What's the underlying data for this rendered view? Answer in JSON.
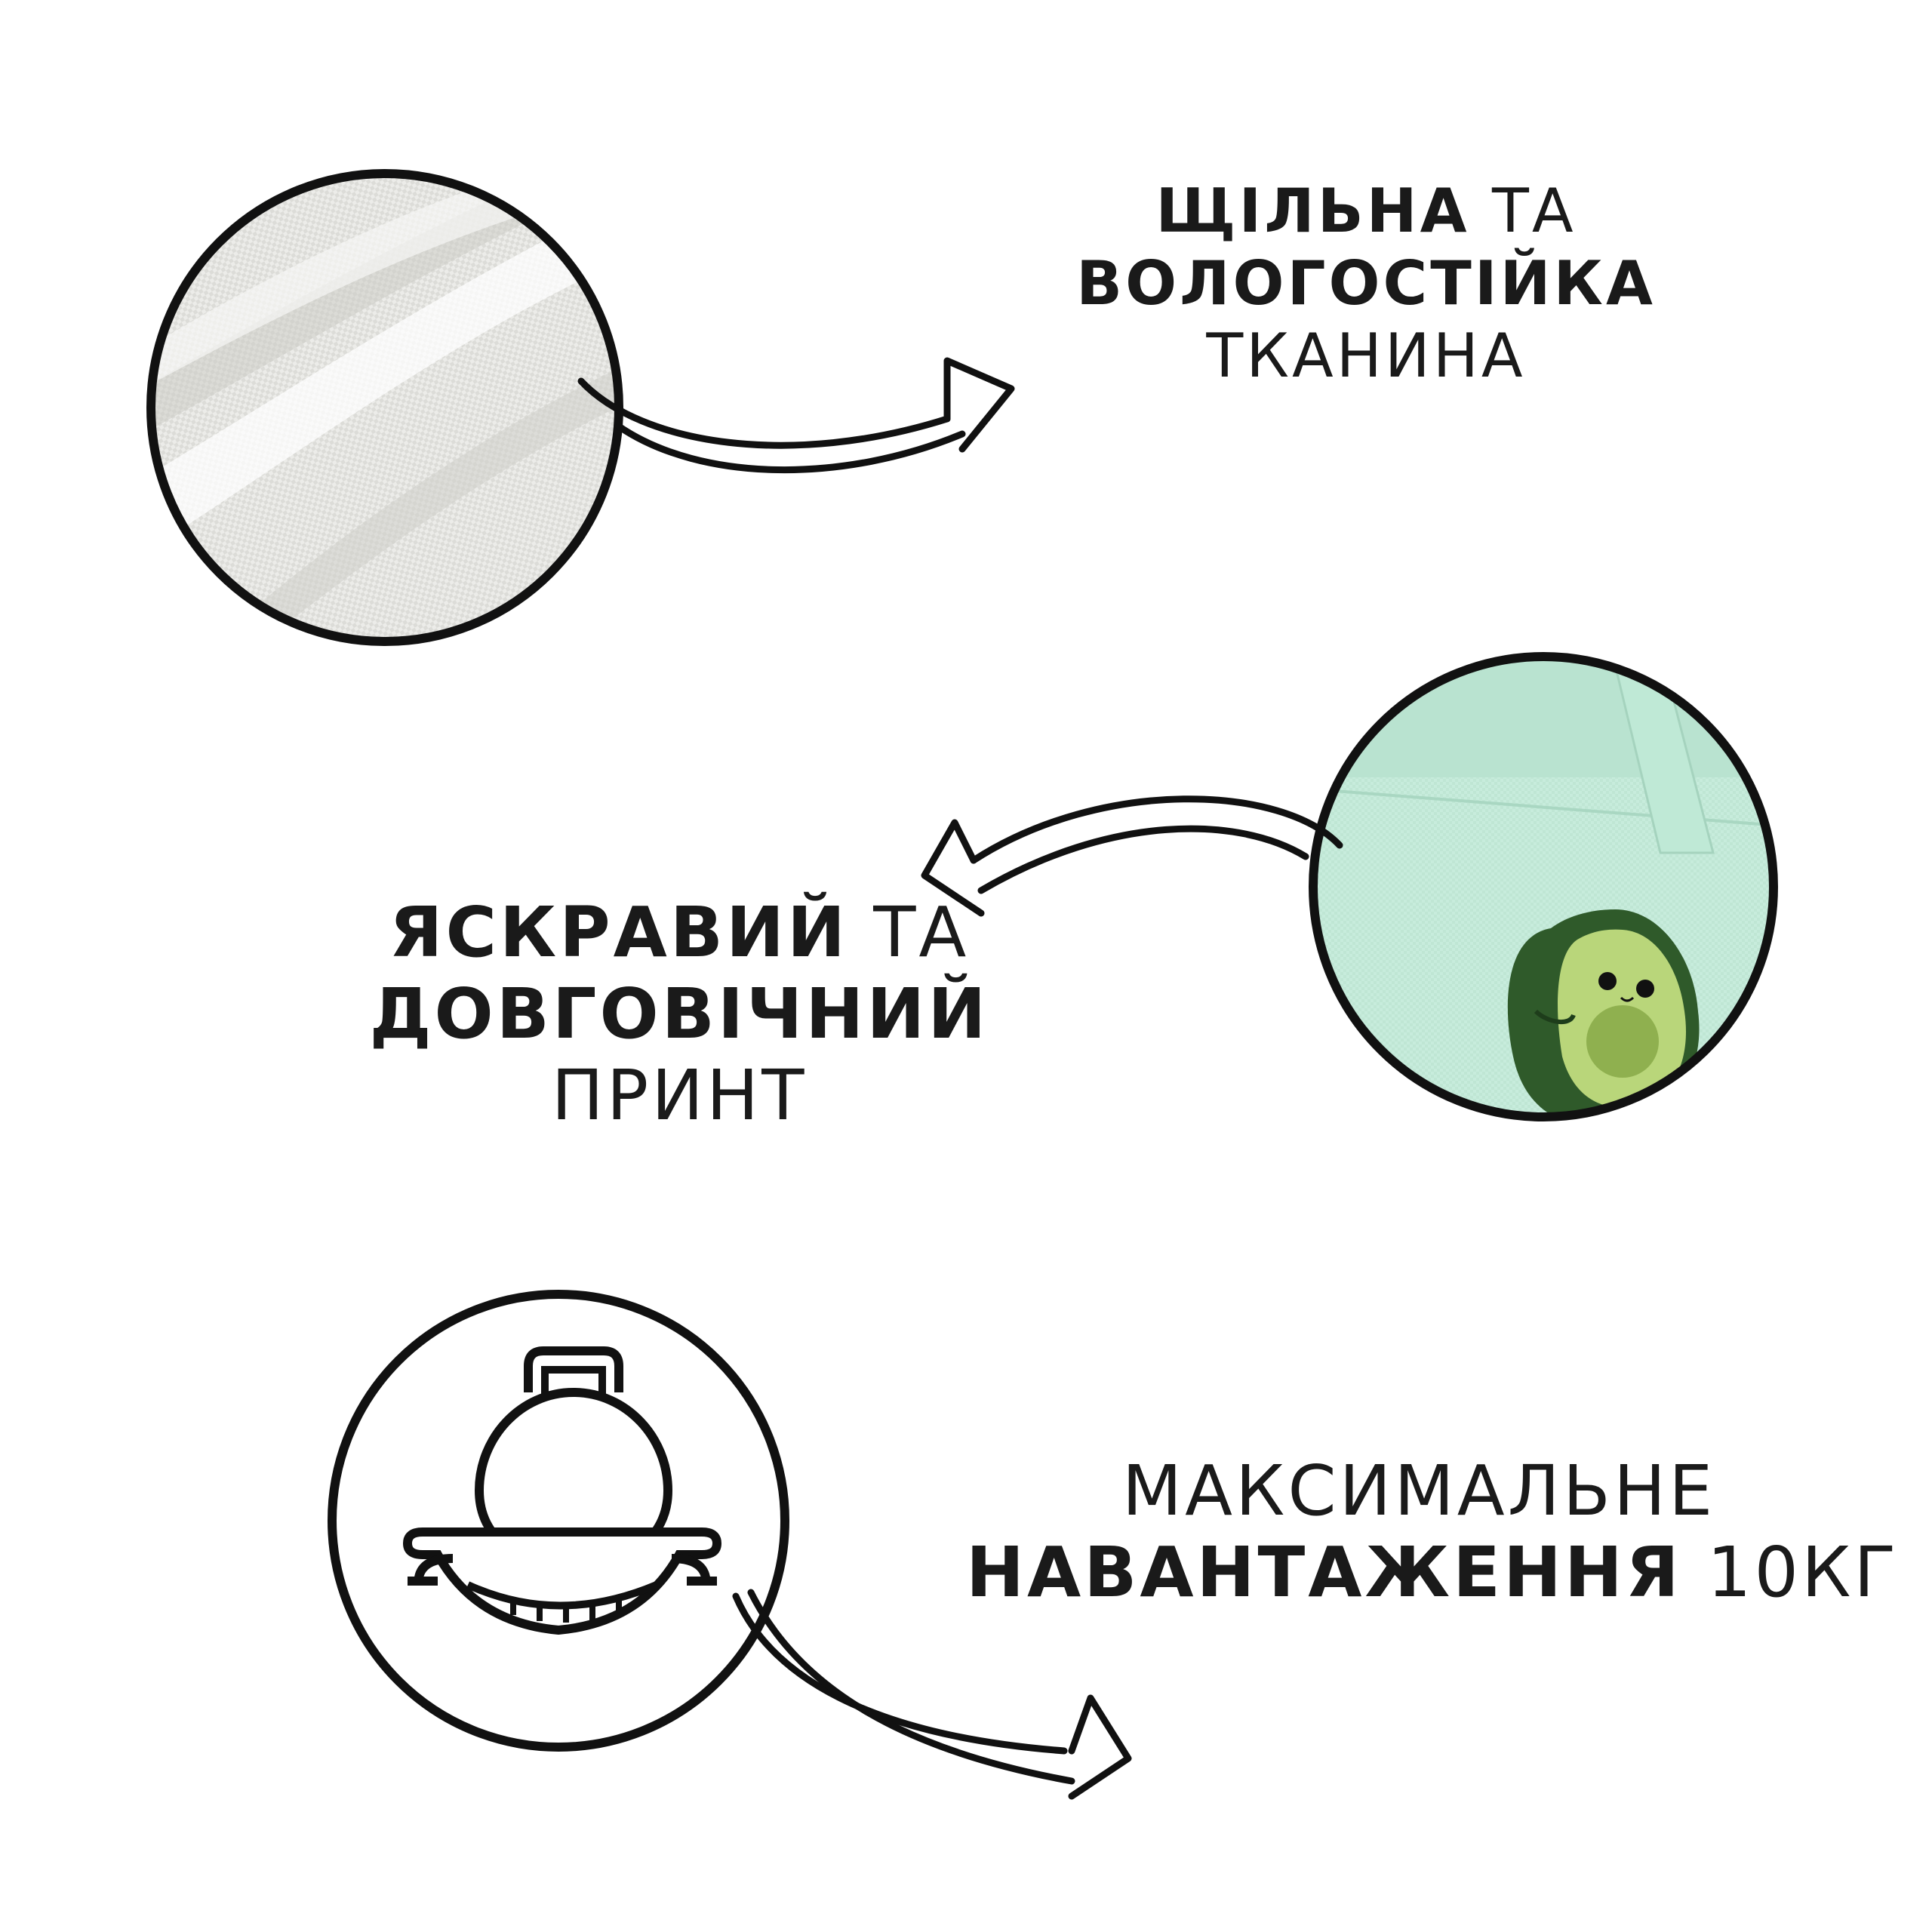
{
  "features": [
    {
      "lines": [
        [
          {
            "text": "ЩІЛЬНА",
            "weight": "bold"
          },
          {
            "text": " ТА",
            "weight": "light"
          }
        ],
        [
          {
            "text": "ВОЛОГОСТІЙКА",
            "weight": "bold"
          }
        ],
        [
          {
            "text": "ТКАНИНА",
            "weight": "light"
          }
        ]
      ],
      "image": "fabric-closeup"
    },
    {
      "lines": [
        [
          {
            "text": "ЯСКРАВИЙ",
            "weight": "bold"
          },
          {
            "text": " ТА",
            "weight": "light"
          }
        ],
        [
          {
            "text": "ДОВГОВІЧНИЙ",
            "weight": "bold"
          }
        ],
        [
          {
            "text": "ПРИНТ",
            "weight": "light"
          }
        ]
      ],
      "image": "avocado-print-closeup"
    },
    {
      "lines": [
        [
          {
            "text": "МАКСИМАЛЬНЕ",
            "weight": "light"
          }
        ],
        [
          {
            "text": "НАВАНТАЖЕННЯ",
            "weight": "bold"
          },
          {
            "text": " 10КГ",
            "weight": "light"
          }
        ]
      ],
      "image": "weight-icon"
    }
  ],
  "colors": {
    "ink": "#1a1a1a",
    "fabric": "#ececea",
    "mint": "#c6ecdc",
    "avocado_dark": "#2f5a2a",
    "avocado_light": "#b9d67a"
  }
}
